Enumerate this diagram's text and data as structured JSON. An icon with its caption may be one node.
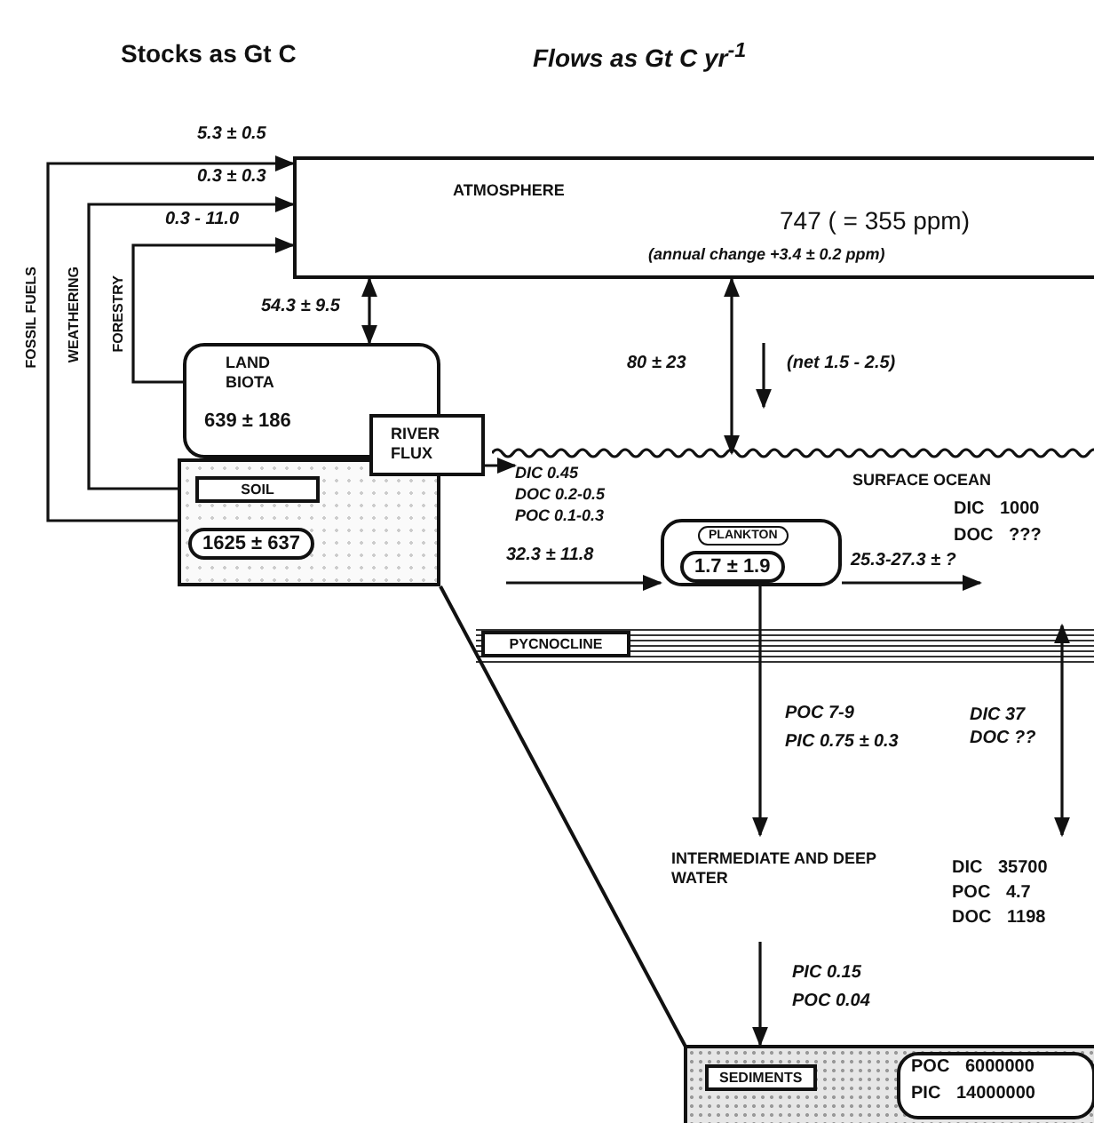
{
  "diagram": {
    "nodes": [
      {
        "text": [
          "ATMOSPHERE",
          "747 ( = 355 ppm)",
          "(annual change +3.4 ± 0.2 ppm)"
        ]
      },
      {
        "text": [
          "LAND BIOTA",
          "639 ± 186"
        ]
      },
      {
        "text": [
          "RIVER FLUX"
        ]
      },
      {
        "text": [
          "SOIL",
          "1625 ± 637"
        ]
      },
      {
        "text": [
          "SURFACE OCEAN",
          "DIC 1000",
          "DOC ???"
        ]
      },
      {
        "text": [
          "DIC 0.45",
          "DOC 0.2-0.5",
          "POC 0.1-0.3"
        ],
        "in": 4
      },
      {
        "text": [
          "PLANKTON",
          "1.7 ± 1.9"
        ],
        "in": 4
      },
      {
        "text": [
          "INTERMEDIATE AND DEEP WATER",
          "DIC 35700",
          "POC 4.7",
          "DOC 1198"
        ]
      },
      {
        "text": [
          "SEDIMENTS",
          "POC 6000000",
          "PIC 14000000"
        ]
      }
    ],
    "edges": [
      {
        "from": 3,
        "to": 0,
        "arrow": "to",
        "label": "5.3 ± 0.5"
      },
      {
        "from": 3,
        "to": 0,
        "arrow": "to",
        "label": "0.3 ± 0.3"
      },
      {
        "from": 1,
        "to": 0,
        "arrow": "to",
        "label": "0.3 - 11.0"
      },
      {
        "from": 1,
        "to": 0,
        "arrow": "both",
        "label": "54.3 ± 9.5"
      },
      {
        "from": 0,
        "to": 4,
        "arrow": "both",
        "label": "80 ± 23"
      },
      {
        "from": 2,
        "to": 5,
        "arrow": "to"
      },
      {
        "from": null,
        "to": 6,
        "arrow": "to",
        "label": "32.3 ± 11.8"
      },
      {
        "from": 6,
        "to": null,
        "arrow": "to",
        "label": "25.3-27.3 ± ?"
      },
      {
        "from": 4,
        "to": 7,
        "arrow": "both"
      },
      {
        "from": 6,
        "to": 7,
        "arrow": "to"
      },
      {
        "from": 7,
        "to": 8,
        "arrow": "to"
      }
    ],
    "labels": [
      "Stocks as Gt C",
      "Flows as Gt C yr$^{-1}$",
      "FOSSIL FUELS",
      "WEATHERING",
      "FORESTRY",
      "(net 1.5 - 2.5)",
      "PYCNOCLINE",
      "DIC 37",
      "DOC ??",
      "POC 7-9",
      "PIC 0.75 ± 0.3",
      "PIC 0.15",
      "POC 0.04"
    ]
  }
}
